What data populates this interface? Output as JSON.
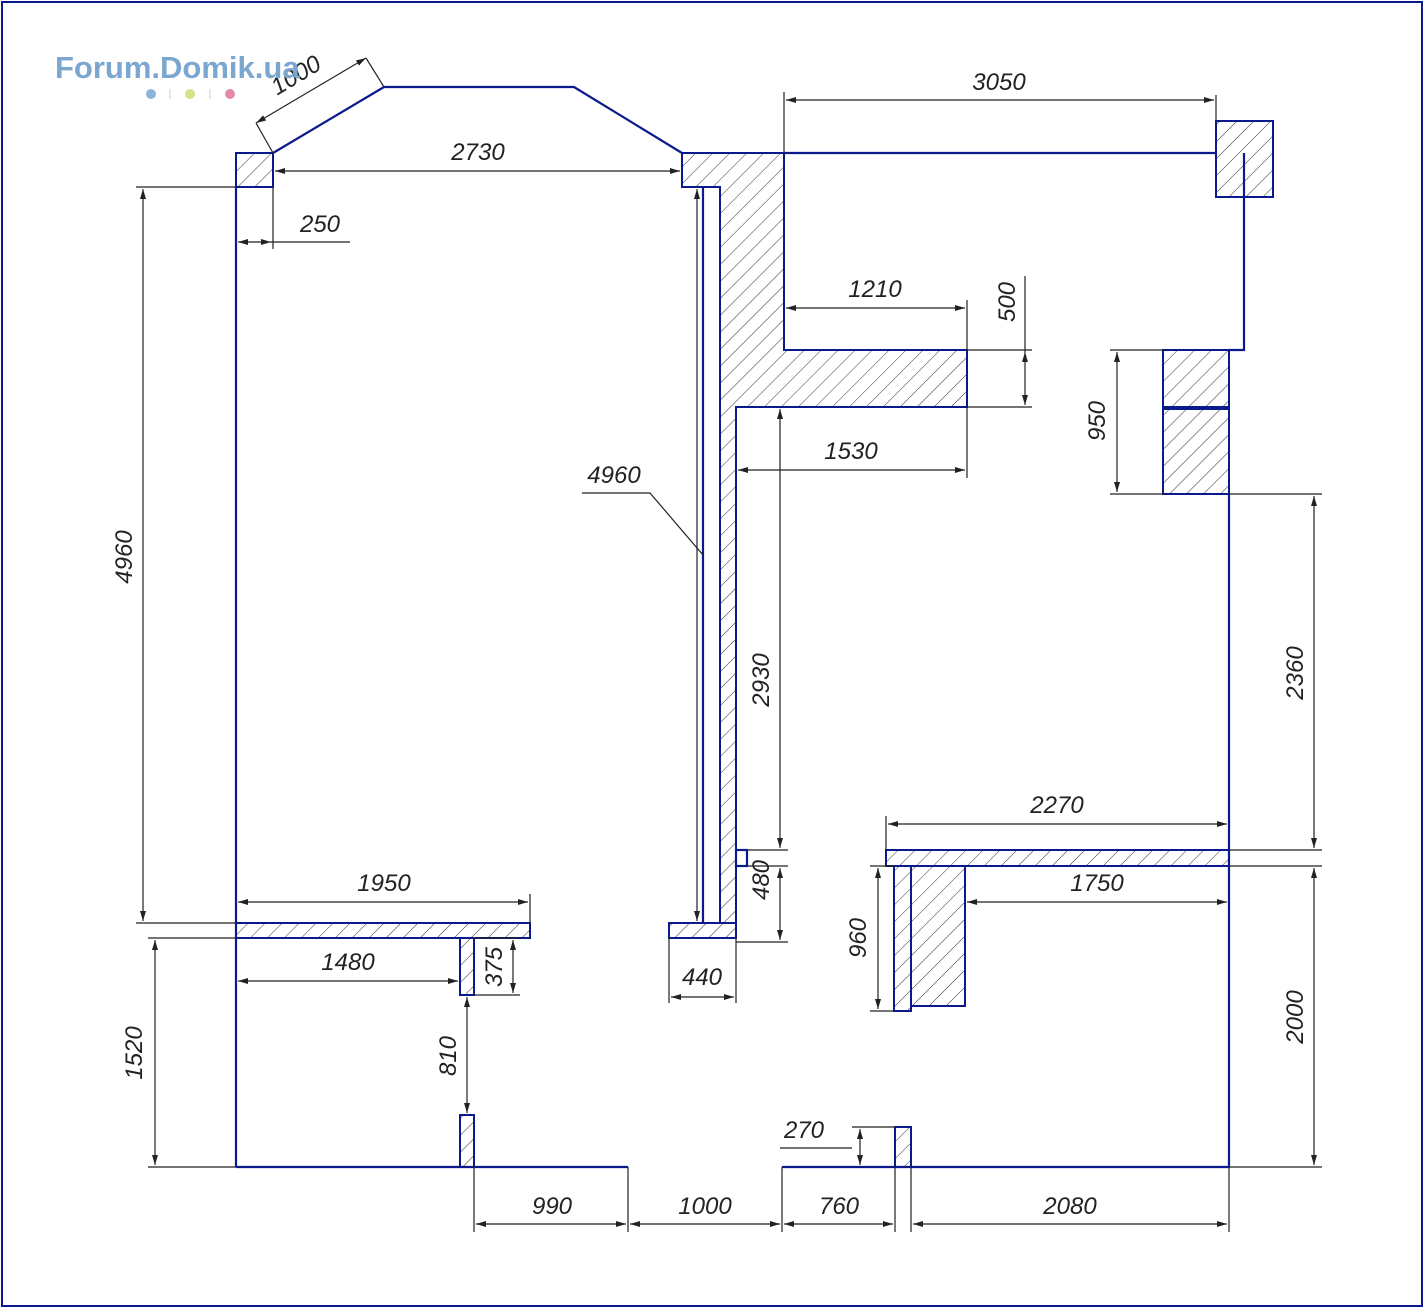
{
  "watermark": {
    "text": "Forum.Domik.ua",
    "dot_colors": [
      "#8fb4d9",
      "#d9e08a",
      "#e38aa4"
    ]
  },
  "colors": {
    "wall": "#0a1a8c",
    "dimension": "#222222",
    "frame": "#0a1a8c"
  },
  "dimensions": {
    "diag_top": "1000",
    "top_2730": "2730",
    "top_3050": "3050",
    "gap_250": "250",
    "left_4960": "4960",
    "inner_4960": "4960",
    "w_1210": "1210",
    "h_500": "500",
    "w_1530": "1530",
    "h_950": "950",
    "h_2930": "2930",
    "h_2360": "2360",
    "w_2270": "2270",
    "w_1750": "1750",
    "h_480": "480",
    "h_960": "960",
    "w_1950": "1950",
    "w_1480": "1480",
    "h_375": "375",
    "w_440": "440",
    "h_2000": "2000",
    "h_1520": "1520",
    "h_810": "810",
    "h_270": "270",
    "w_990": "990",
    "w_1000": "1000",
    "w_760": "760",
    "w_2080": "2080"
  }
}
